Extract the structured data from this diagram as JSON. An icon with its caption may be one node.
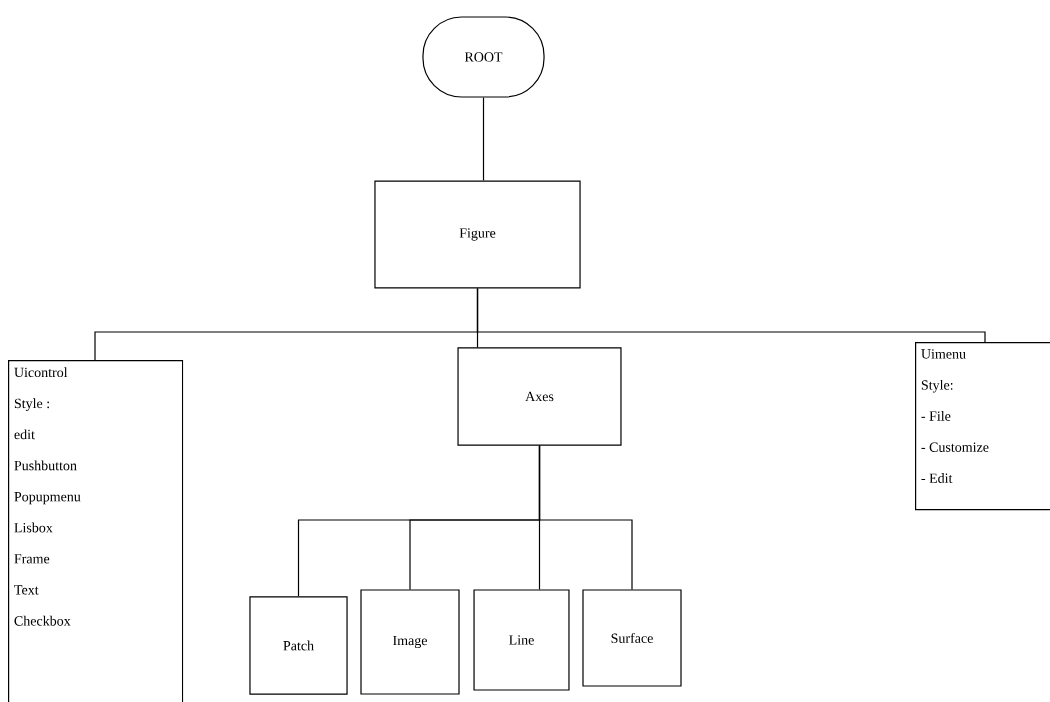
{
  "diagram": {
    "nodes": [
      {
        "text": [
          "ROOT"
        ]
      },
      {
        "text": [
          "Figure"
        ]
      },
      {
        "text": [
          "Uicontrol",
          "Style :",
          "edit",
          "Pushbutton",
          "Popupmenu",
          "Lisbox",
          "Frame",
          "Text",
          "Checkbox"
        ]
      },
      {
        "text": [
          "Axes"
        ]
      },
      {
        "text": [
          "Uimenu",
          "Style:",
          "- File",
          "- Customize",
          "- Edit"
        ]
      },
      {
        "text": [
          "Patch"
        ]
      },
      {
        "text": [
          "Image"
        ]
      },
      {
        "text": [
          "Line"
        ]
      },
      {
        "text": [
          "Surface"
        ]
      }
    ],
    "edges": [
      {
        "from": 0,
        "to": 1,
        "arrow": "none"
      },
      {
        "from": 1,
        "to": 2,
        "arrow": "none"
      },
      {
        "from": 1,
        "to": 3,
        "arrow": "none"
      },
      {
        "from": 1,
        "to": 4,
        "arrow": "none"
      },
      {
        "from": 3,
        "to": 5,
        "arrow": "none"
      },
      {
        "from": 3,
        "to": 6,
        "arrow": "none"
      },
      {
        "from": 3,
        "to": 7,
        "arrow": "none"
      },
      {
        "from": 3,
        "to": 8,
        "arrow": "none"
      }
    ]
  }
}
